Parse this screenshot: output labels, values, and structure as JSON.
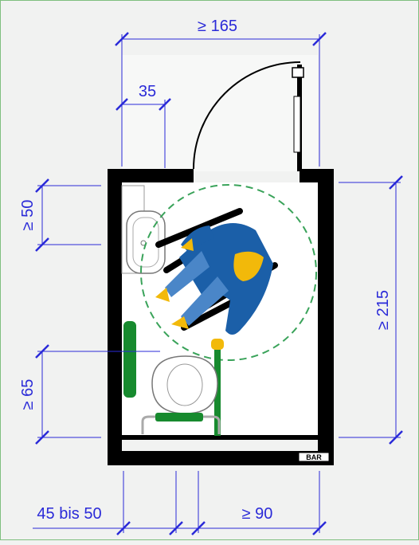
{
  "dimensions": {
    "top_width": "≥ 165",
    "door_offset": "35",
    "left_upper": "≥ 50",
    "left_lower": "≥ 65",
    "right_height": "≥ 215",
    "bottom_left": "45 bis 50",
    "bottom_right": "≥ 90"
  },
  "logo_text": "BAR",
  "colors": {
    "dimension": "#2a2ad8",
    "wall": "#000000",
    "grab_bar": "#178a2e",
    "turning_circle": "#3aa35a",
    "figure_blue": "#1b5fa8",
    "figure_light_blue": "#4a86c8",
    "figure_yellow": "#f2b90a"
  }
}
